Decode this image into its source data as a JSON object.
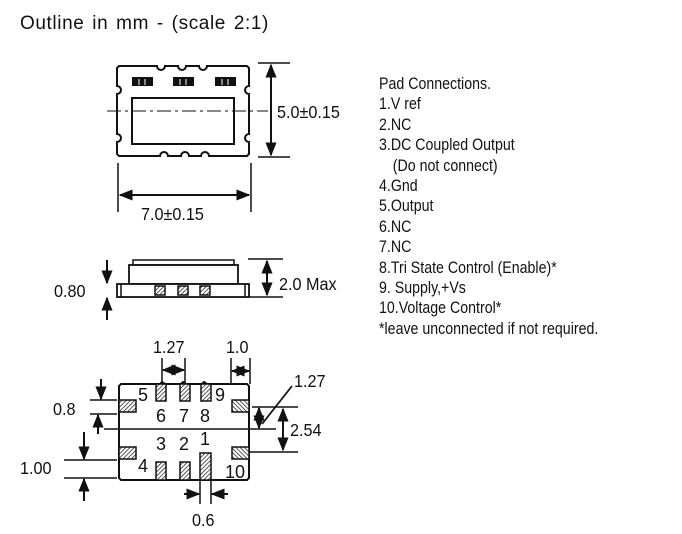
{
  "title": "Outline in mm - (scale 2:1)",
  "pad_connections": {
    "heading": "Pad Connections.",
    "items": [
      "1.V ref",
      "2.NC",
      "3.DC Coupled Output",
      "(Do not connect)",
      "4.Gnd",
      "5.Output",
      "6.NC",
      "7.NC",
      "8.Tri State Control (Enable)*",
      "9. Supply,+Vs",
      "10.Voltage Control*",
      "*leave unconnected if not required."
    ]
  },
  "top_view": {
    "height_dim": "5.0±0.15",
    "width_dim": "7.0±0.15"
  },
  "side_view": {
    "base_dim": "0.80",
    "height_dim": "2.0 Max"
  },
  "footprint": {
    "pad_pitch": "1.27",
    "pad_width": "1.0",
    "side_pitch": "1.27",
    "side_span": "2.54",
    "side_pad_height": "0.8",
    "edge_offset": "1.00",
    "pad_narrow": "0.6",
    "pad_labels": {
      "p1": "1",
      "p2": "2",
      "p3": "3",
      "p4": "4",
      "p5": "5",
      "p6": "6",
      "p7": "7",
      "p8": "8",
      "p9": "9",
      "p10": "10"
    }
  }
}
